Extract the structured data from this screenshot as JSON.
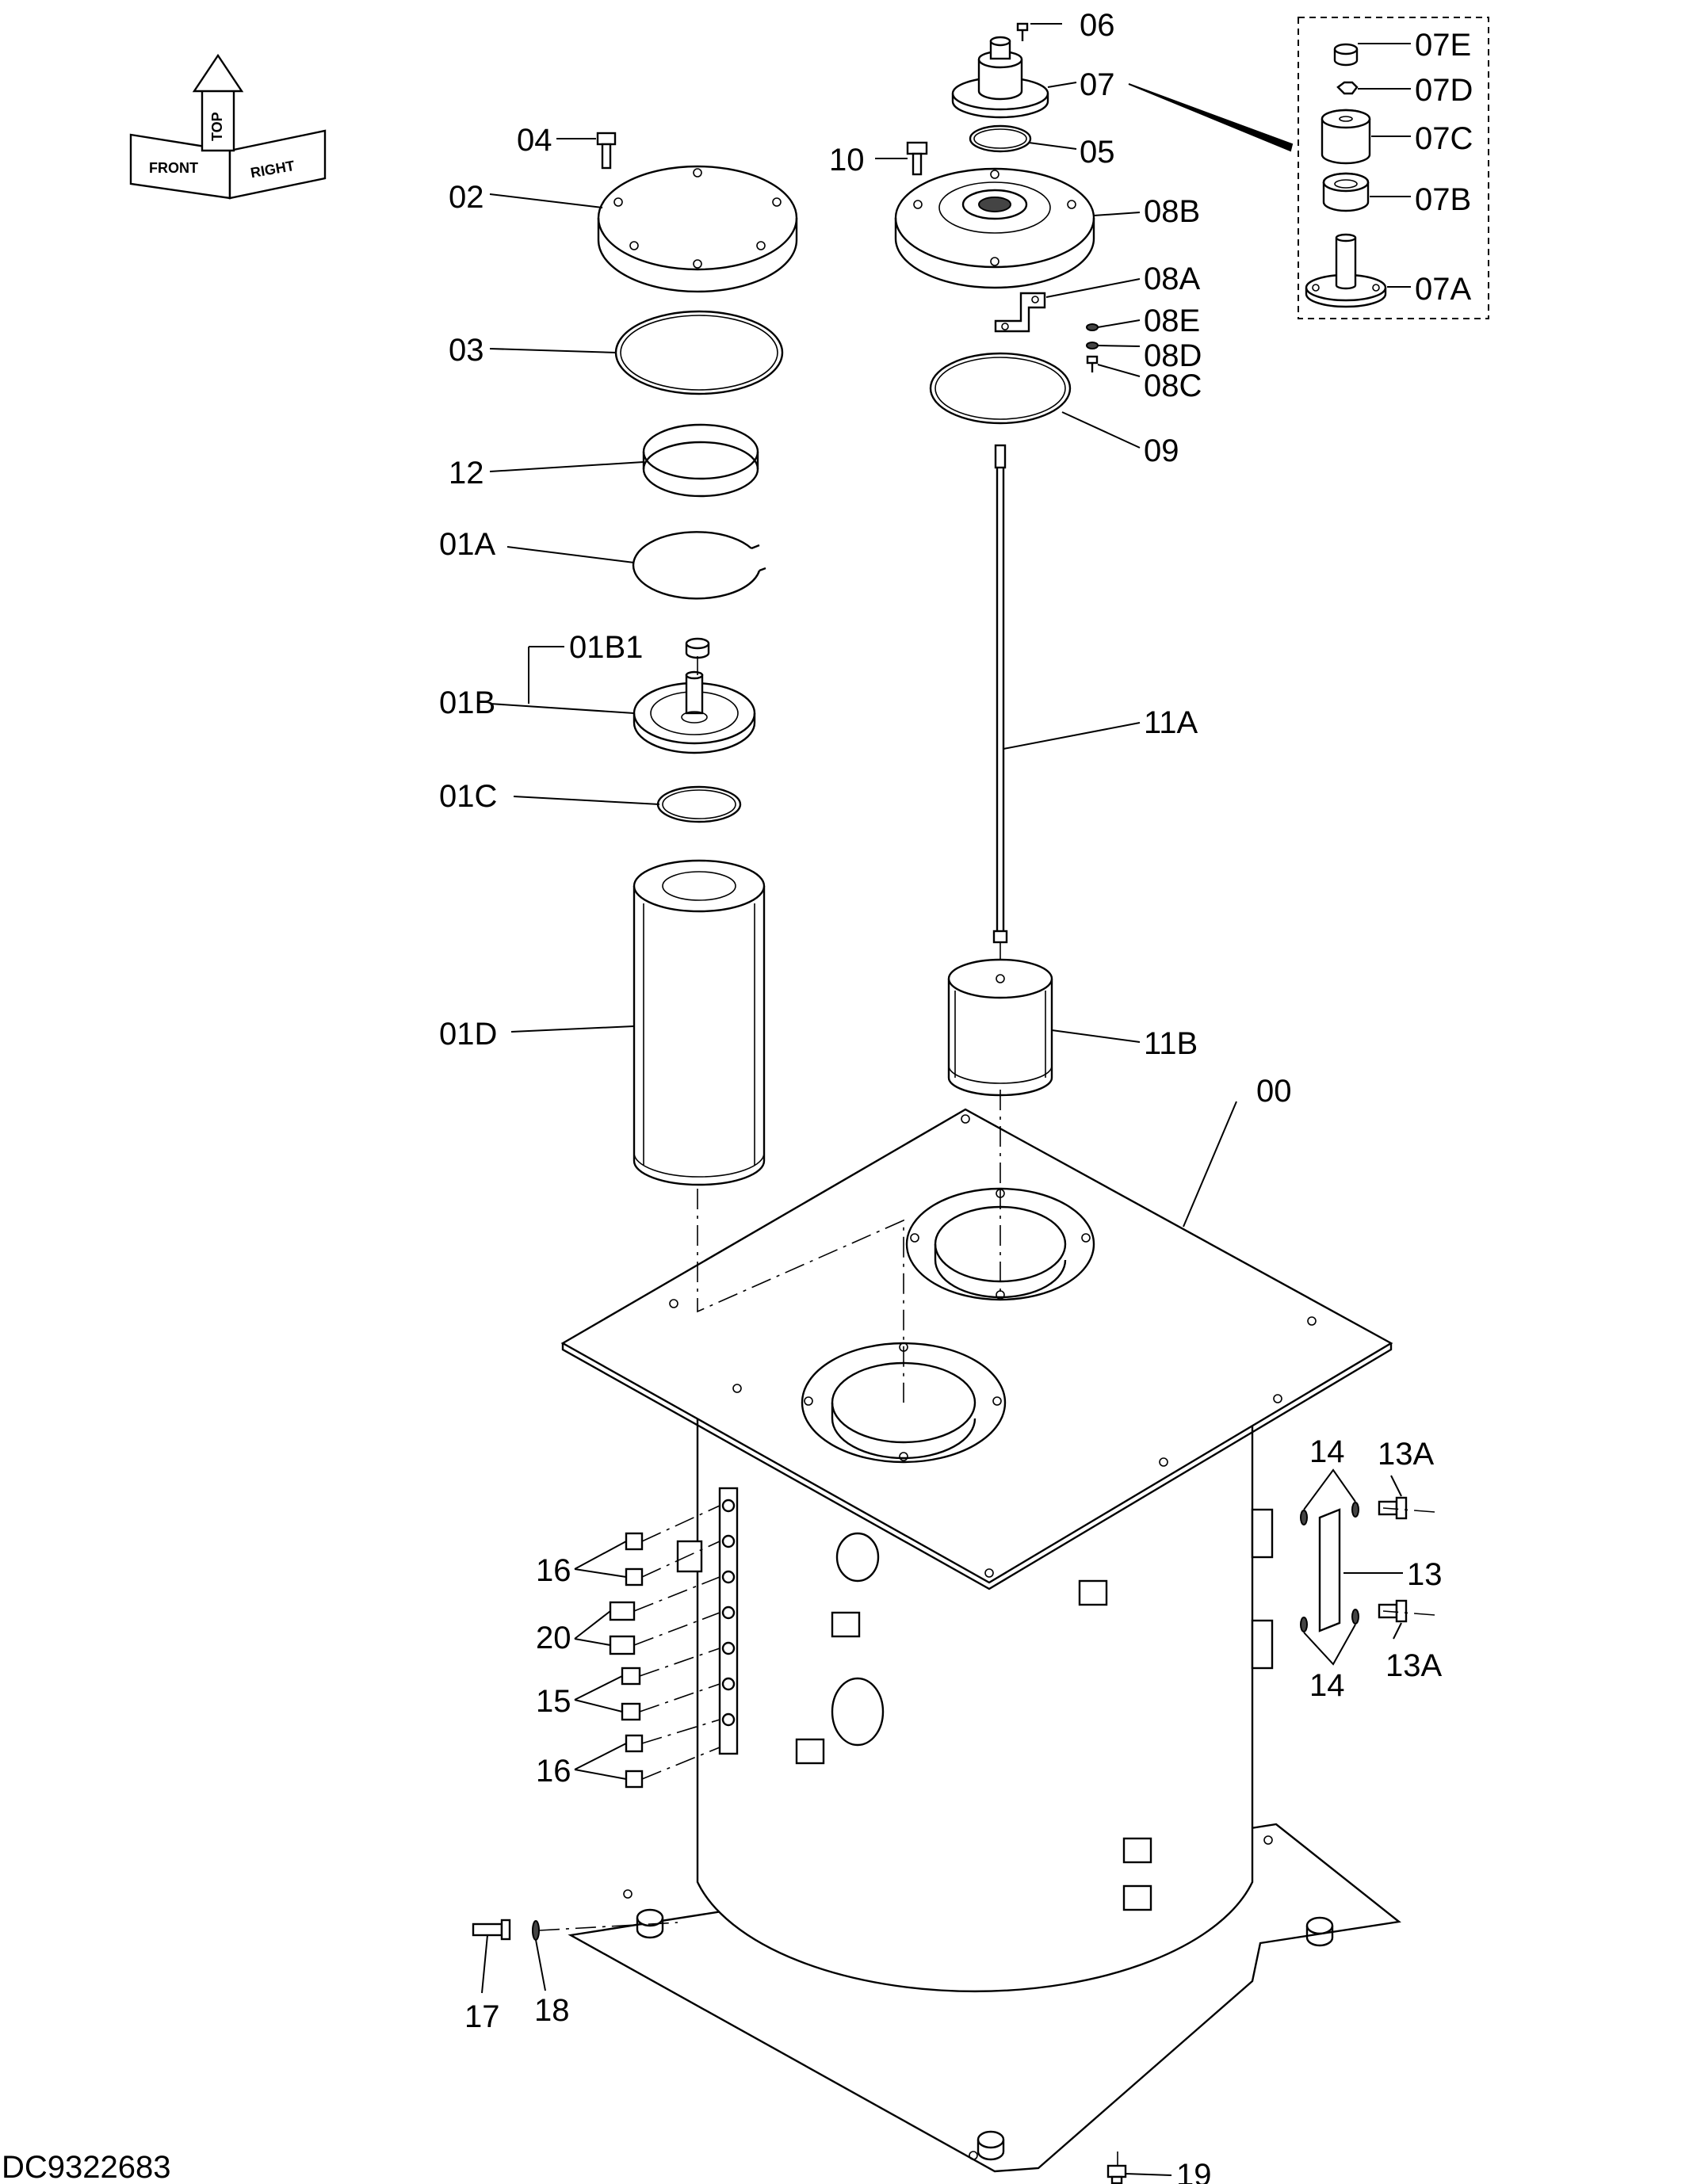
{
  "drawing_id": "DC9322683",
  "orientation": {
    "front": "FRONT",
    "top": "TOP",
    "right": "RIGHT"
  },
  "callouts": {
    "c00": "00",
    "c01A": "01A",
    "c01B": "01B",
    "c01B1": "01B1",
    "c01C": "01C",
    "c01D": "01D",
    "c02": "02",
    "c03": "03",
    "c04": "04",
    "c05": "05",
    "c06": "06",
    "c07": "07",
    "c07A": "07A",
    "c07B": "07B",
    "c07C": "07C",
    "c07D": "07D",
    "c07E": "07E",
    "c08A": "08A",
    "c08B": "08B",
    "c08C": "08C",
    "c08D": "08D",
    "c08E": "08E",
    "c09": "09",
    "c10": "10",
    "c11A": "11A",
    "c11B": "11B",
    "c12": "12",
    "c13": "13",
    "c13A": "13A",
    "c14": "14",
    "c15": "15",
    "c16": "16",
    "c17": "17",
    "c18": "18",
    "c19": "19",
    "c20": "20"
  }
}
